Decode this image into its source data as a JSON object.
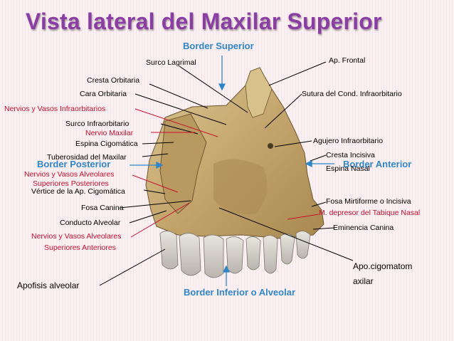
{
  "title": "Vista lateral del Maxilar Superior",
  "labels": {
    "border_superior": "Border Superior",
    "surco_lagrimal": "Surco Lagrimal",
    "ap_frontal": "Ap. Frontal",
    "cresta_orbitaria": "Cresta Orbitaria",
    "cara_orbitaria": "Cara Orbitaria",
    "sutura": "Sutura del Cond. Infraorbitario",
    "nervios_infraorbitarios": "Nervios y Vasos Infraorbitarios",
    "surco_infraorbitario": "Surco Infraorbitario",
    "nervio_maxilar": "Nervio Maxilar",
    "espina_cigomatica": "Espina Cigomática",
    "agujero_infraorbitario": "Agujero Infraorbitario",
    "tuberosidad": "Tuberosidad del Maxilar",
    "cresta_incisiva": "Cresta Incisiva",
    "border_posterior": "Border Posterior",
    "border_anterior": "Border Anterior",
    "espina_nasal": "Espina Nasal",
    "nervios_alv_post_1": "Nervios y Vasos Alveolares",
    "nervios_alv_post_2": "Superiores Posteriores",
    "vertice": "Vértice de la Ap. Cigomática",
    "fosa_mirtiforme": "Fosa Mirtiforme o Incisiva",
    "fosa_canina": "Fosa Canina",
    "m_depresor": "M. depresor del Tabique Nasal",
    "conducto_alveolar": "Conducto Alveolar",
    "eminencia_canina": "Eminencia Canina",
    "nervios_alv_ant_1": "Nervios y Vasos Alveolares",
    "nervios_alv_ant_2": "Superiores Anteriores",
    "apo_cigomatom_1": "Apo.cigomatom",
    "apo_cigomatom_2": "axilar",
    "apofisis_alveolar": "Apofisis alveolar",
    "border_inferior": "Border Inferior o Alveolar"
  },
  "colors": {
    "title": "#8a3ea4",
    "accent_blue": "#2f86c8",
    "accent_red": "#c8102e",
    "bone": "#c9b07c",
    "background": "#fbf0f2"
  }
}
